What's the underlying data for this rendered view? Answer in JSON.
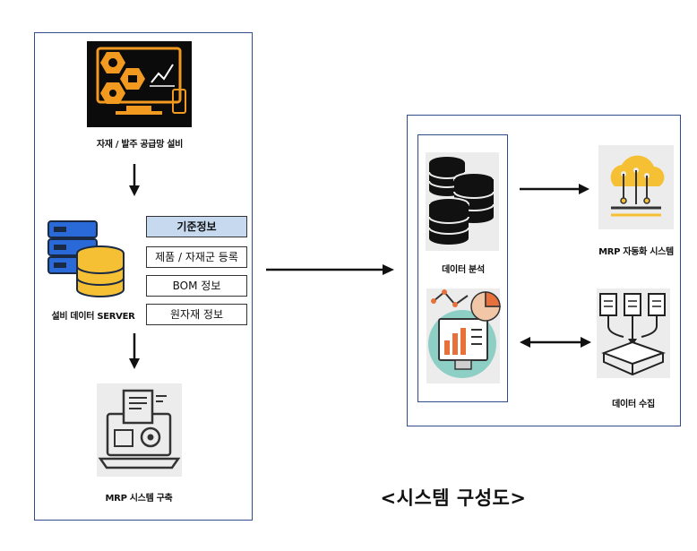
{
  "left_panel": {
    "supply_label": "자재 / 발주 공급망 설비",
    "server_label": "설비 데이터 SERVER",
    "mrp_build_label": "MRP 시스템 구축",
    "info_boxes": [
      {
        "label": "기준정보"
      },
      {
        "label": "제품 / 자재군 등록"
      },
      {
        "label": "BOM 정보"
      },
      {
        "label": "원자재 정보"
      }
    ]
  },
  "right_panel": {
    "analysis_label": "데이터 분석",
    "mrp_auto_label": "MRP 자동화 시스템",
    "collect_label": "데이터 수집"
  },
  "diagram_title": "<시스템 구성도>",
  "icons": [
    "factory-monitor-icon",
    "server-database-icon",
    "laptop-settings-icon",
    "database-stack-icon",
    "analytics-dashboard-icon",
    "cloud-network-icon",
    "document-collect-icon"
  ],
  "colors": {
    "panel_border": "#2f4d8a",
    "header_box": "#c7d9ef",
    "icon_yellow": "#f5c033",
    "icon_blue": "#2a6ad8"
  }
}
